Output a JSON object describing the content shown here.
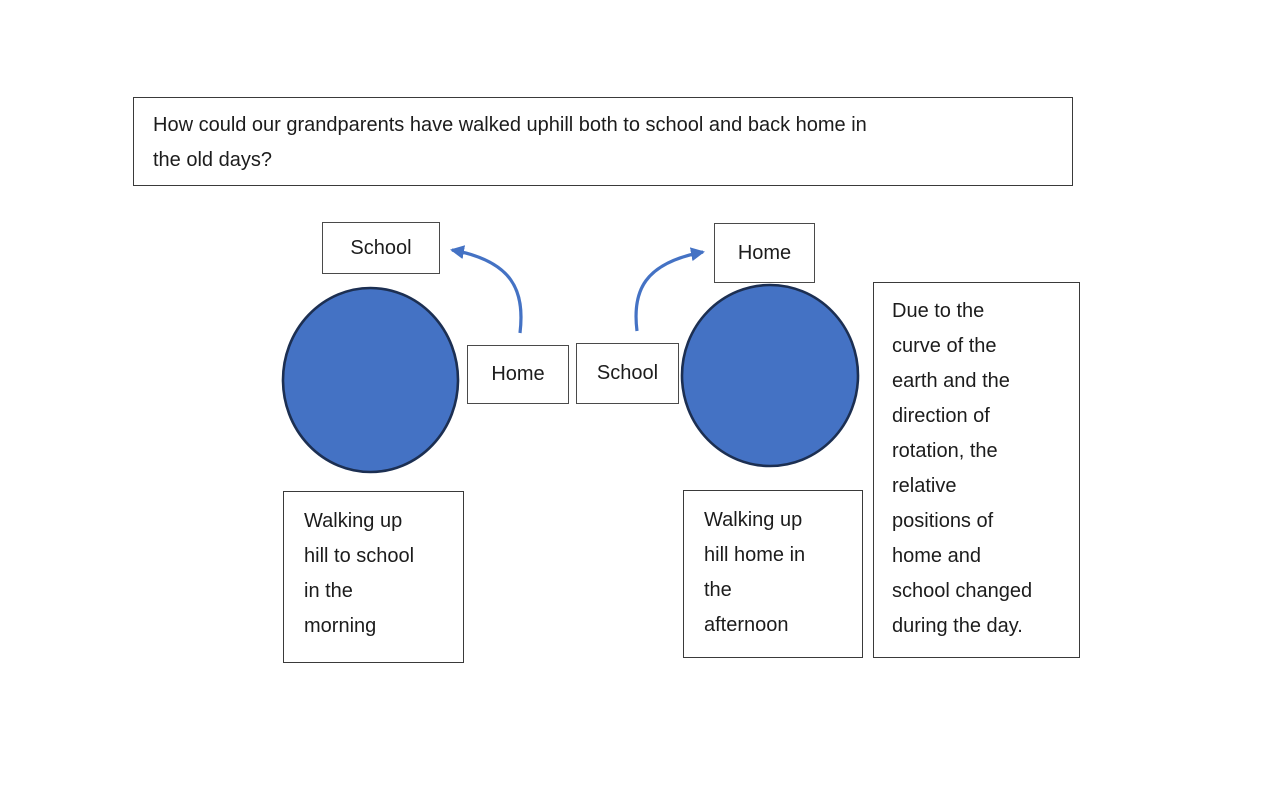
{
  "question": {
    "text": "How could our grandparents have walked uphill both to school and back home in\nthe old days?"
  },
  "morning": {
    "destination_label": "School",
    "start_label": "Home",
    "caption": "Walking up\nhill to school\nin the\nmorning"
  },
  "afternoon": {
    "destination_label": "Home",
    "start_label": "School",
    "caption": "Walking up\nhill home in\nthe\nafternoon"
  },
  "explanation": {
    "text": "Due to the\ncurve of the\nearth and the\ndirection of\nrotation, the\nrelative\npositions of\nhome and\nschool changed\nduring the day."
  },
  "icons": {
    "earth_morning": "earth-globe-circle",
    "earth_afternoon": "earth-globe-circle",
    "arrow_morning": "curved-arrow-up-left",
    "arrow_afternoon": "curved-arrow-up-right"
  },
  "colors": {
    "earth_fill": "#4472C4",
    "earth_outline": "#1C2F52",
    "arrow": "#4472C4",
    "box_border": "#404040",
    "text": "#1C1C1C",
    "background": "#FFFFFF"
  }
}
